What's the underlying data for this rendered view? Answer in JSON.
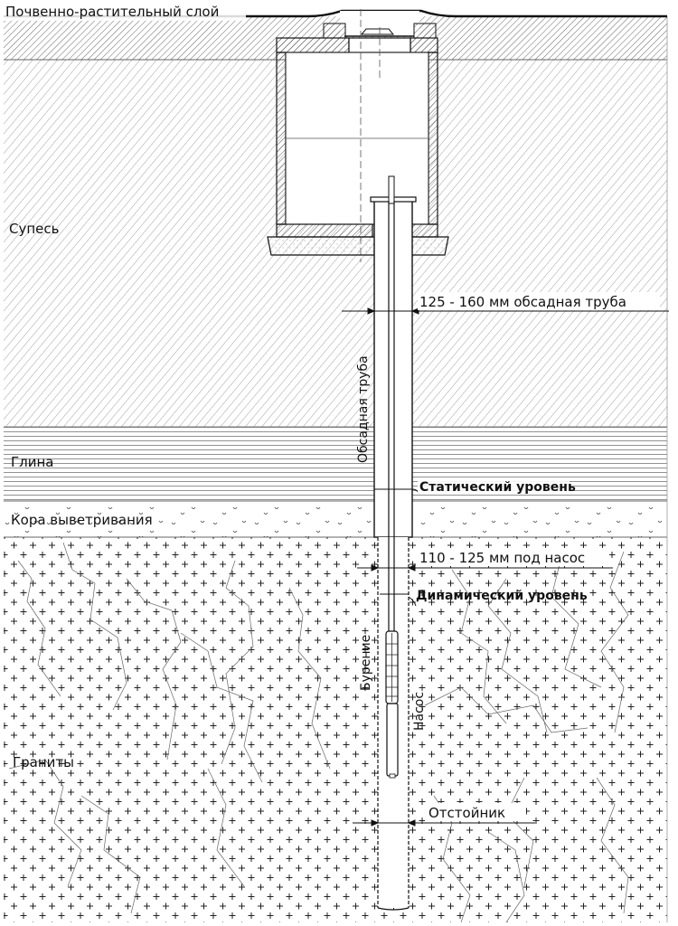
{
  "diagram": {
    "title": "Well cross-section",
    "layers": [
      {
        "id": "soil",
        "label": "Почвенно-растительный слой",
        "pattern": "dense-hatch"
      },
      {
        "id": "sandy-loam",
        "label": "Супесь",
        "pattern": "hatch"
      },
      {
        "id": "clay",
        "label": "Глина",
        "pattern": "horizontal-lines"
      },
      {
        "id": "weathering-crust",
        "label": "Кора выветривания",
        "pattern": "pebbles"
      },
      {
        "id": "granite",
        "label": "Граниты",
        "pattern": "crosses-cracks"
      }
    ],
    "annotations": {
      "casing_diameter": "125 - 160 мм обсадная труба",
      "casing_pipe": "Обсадная труба",
      "static_level": "Статический уровень",
      "pump_diameter": "110 - 125 мм под насос",
      "dynamic_level": "Динамический уровень",
      "drilling": "Бурение",
      "pump": "Насос",
      "sump": "Отстойник"
    },
    "colors": {
      "line": "#111111",
      "hatch": "#555555",
      "background": "#ffffff"
    }
  }
}
